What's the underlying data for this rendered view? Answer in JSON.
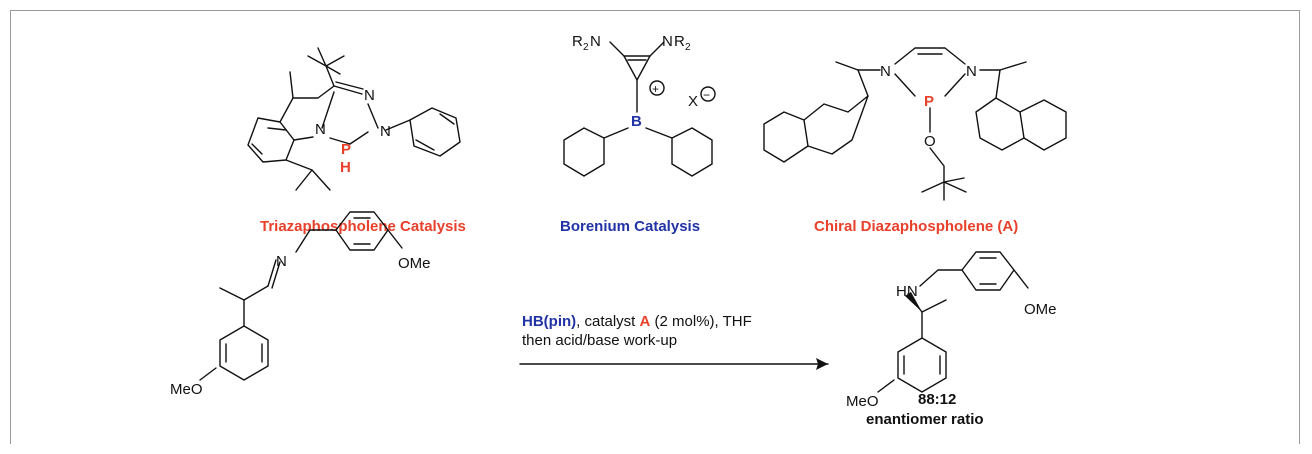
{
  "labels": {
    "triaza": "Triazaphospholene Catalysis",
    "borenium": "Borenium Catalysis",
    "chiral": "Chiral Diazaphospholene (A)"
  },
  "atoms": {
    "N": "N",
    "P": "P",
    "H": "H",
    "B": "B",
    "O": "O",
    "R": "R",
    "sub2": "2",
    "plus": "+",
    "X": "X",
    "minus": "−",
    "MeO": "MeO",
    "OMe": "OMe",
    "HN": "HN"
  },
  "reaction": {
    "reagent": "HB(pin)",
    "text_mid": ", catalyst ",
    "catalyst": "A",
    "text_end": " (2 mol%), THF",
    "line2": "then acid/base work-up"
  },
  "result": {
    "ratio": "88:12",
    "ratio_label": "enantiomer ratio"
  },
  "colors": {
    "red": "#e8402a",
    "blue": "#2233a6"
  }
}
